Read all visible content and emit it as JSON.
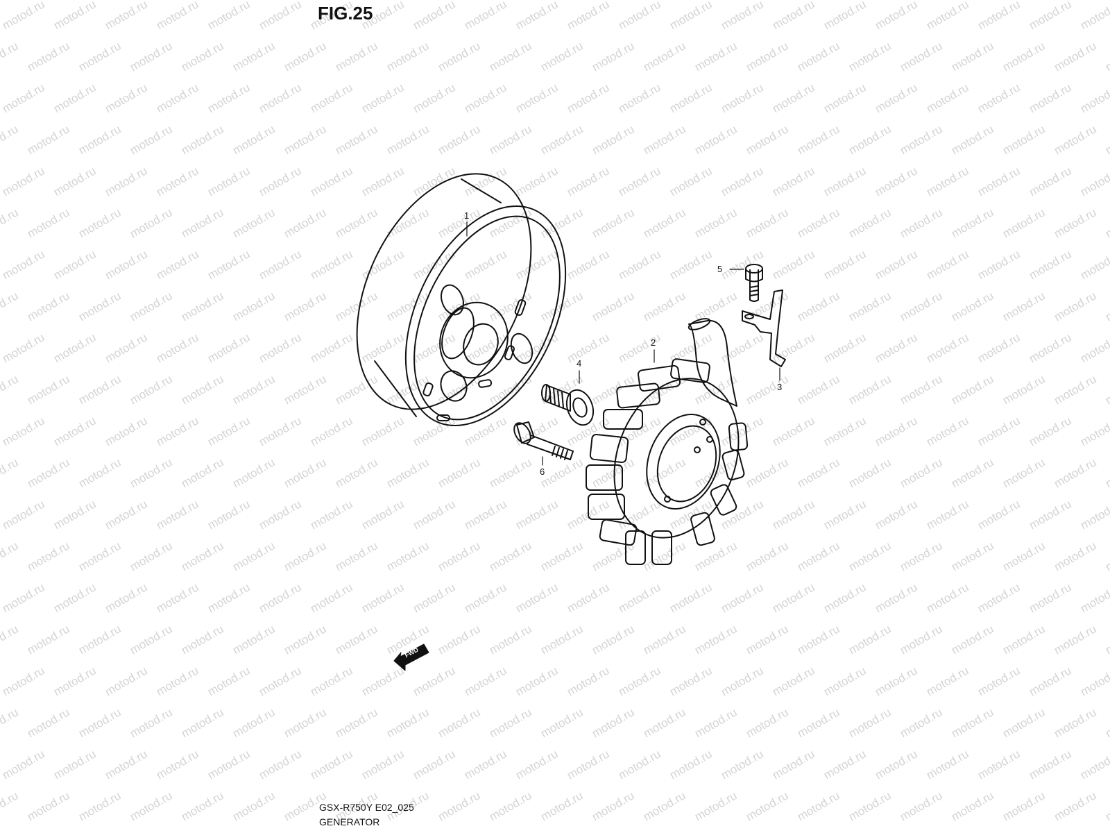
{
  "figure": {
    "title": "FIG.25",
    "model_code": "GSX-R750Y E02_025",
    "section_name": "GENERATOR"
  },
  "watermark": {
    "text": "motod.ru",
    "color": "#d4d4d4"
  },
  "direction_badge": {
    "text": "FWD"
  },
  "callouts": [
    {
      "id": "1",
      "label": "1",
      "part": "flywheel-rotor"
    },
    {
      "id": "2",
      "label": "2",
      "part": "stator-coil"
    },
    {
      "id": "3",
      "label": "3",
      "part": "wire-clamp"
    },
    {
      "id": "4",
      "label": "4",
      "part": "rotor-bolt-washer"
    },
    {
      "id": "5",
      "label": "5",
      "part": "clamp-bolt"
    },
    {
      "id": "6",
      "label": "6",
      "part": "stator-bolt"
    }
  ]
}
